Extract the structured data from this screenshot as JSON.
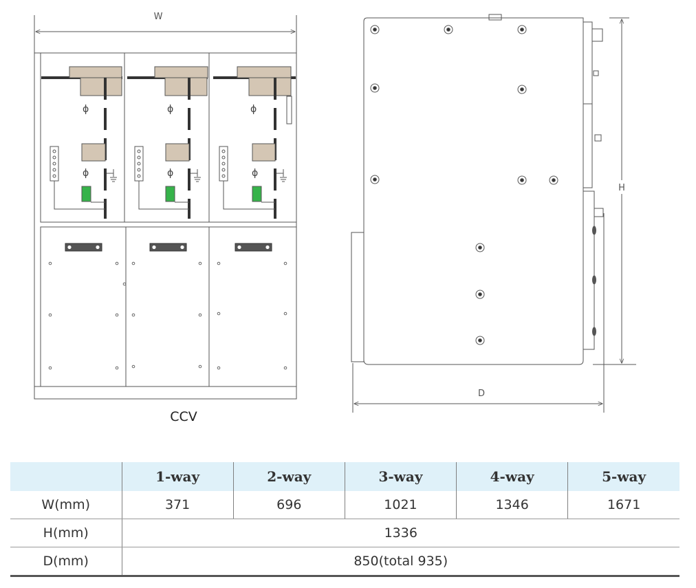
{
  "front_view": {
    "width_label": "W",
    "caption": "CCV"
  },
  "side_view": {
    "height_label": "H",
    "depth_label": "D"
  },
  "colors": {
    "line": "#555555",
    "panel_tan": "#d4c6b4",
    "indicator_green": "#36b34a",
    "table_header_bg": "#dff1f9"
  },
  "table": {
    "columns": [
      "",
      "1-way",
      "2-way",
      "3-way",
      "4-way",
      "5-way"
    ],
    "rows": [
      {
        "label": "W(mm)",
        "values": [
          "371",
          "696",
          "1021",
          "1346",
          "1671"
        ]
      },
      {
        "label": "H(mm)",
        "value": "1336"
      },
      {
        "label": "D(mm)",
        "value": "850(total 935)"
      }
    ]
  }
}
